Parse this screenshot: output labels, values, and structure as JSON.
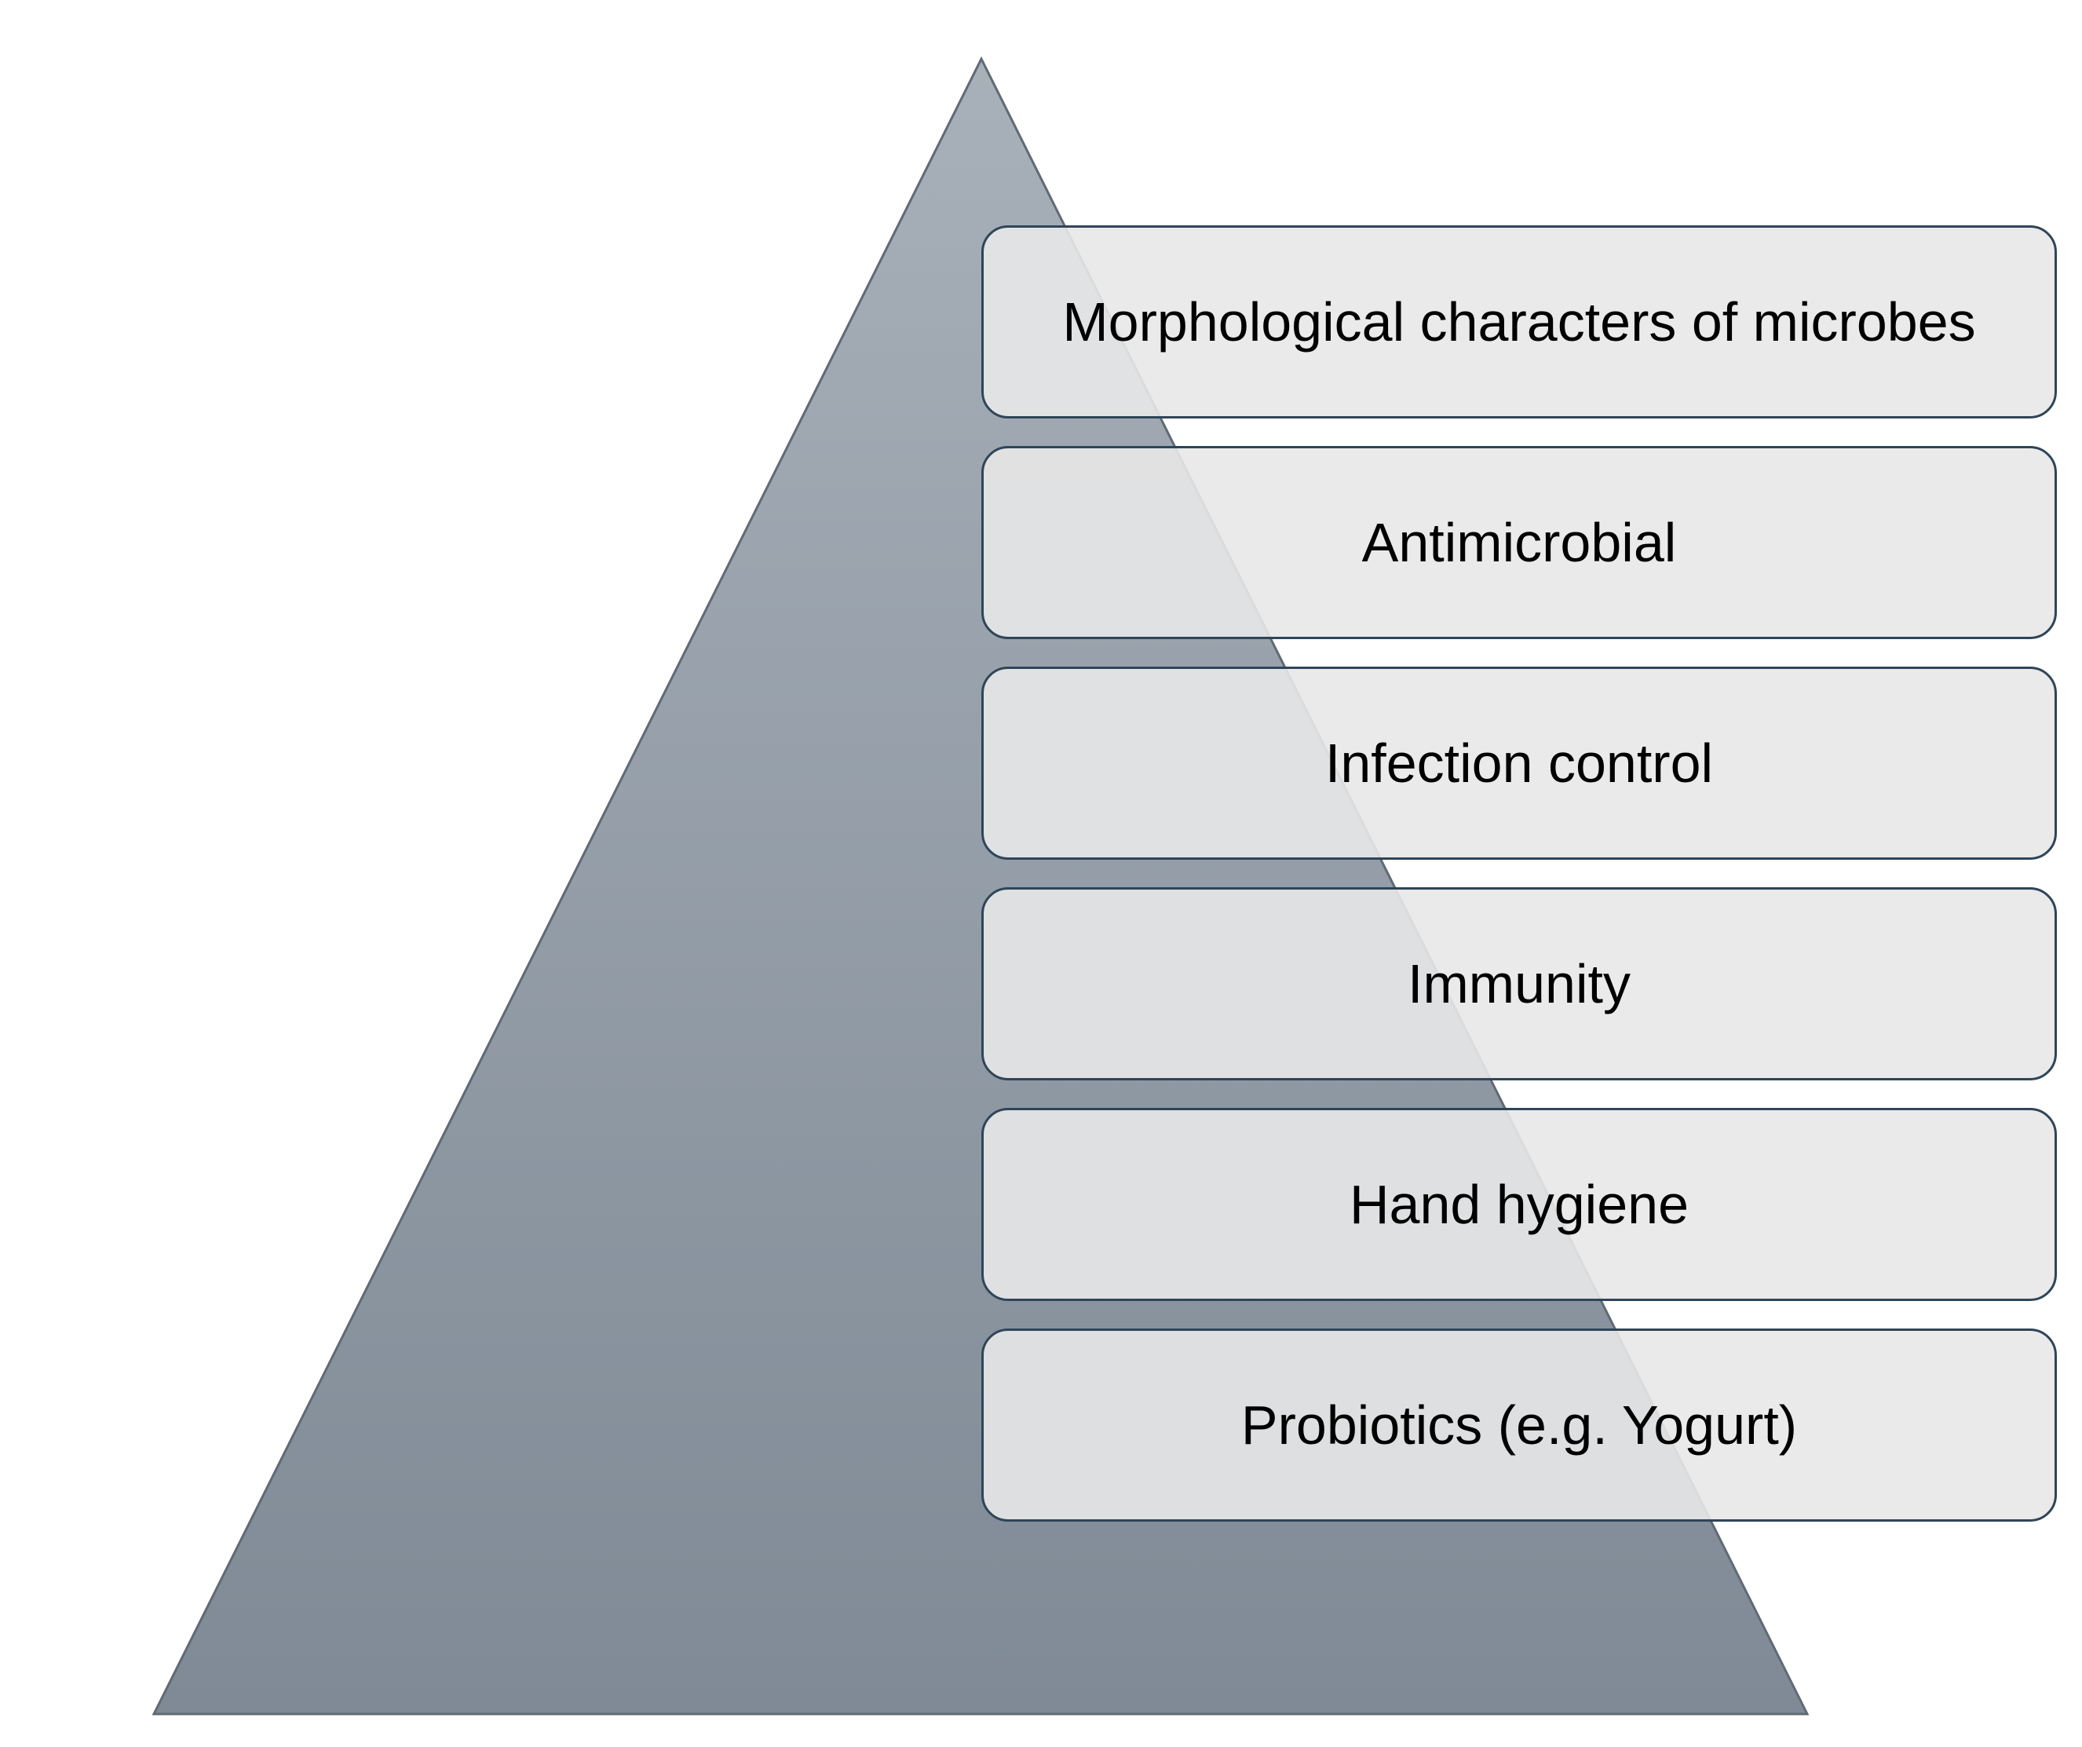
{
  "pyramid": {
    "fill_top": "#a8b0b9",
    "fill_bottom": "#7f8a96",
    "stroke": "#5f6a74"
  },
  "tiers": [
    {
      "label": "Morphological characters of microbes"
    },
    {
      "label": "Antimicrobial"
    },
    {
      "label": "Infection control"
    },
    {
      "label": "Immunity"
    },
    {
      "label": "Hand hygiene"
    },
    {
      "label": "Probiotics (e.g. Yogurt)"
    }
  ],
  "box_style": {
    "fill": "#e8e8e8",
    "border": "#2f4558"
  }
}
